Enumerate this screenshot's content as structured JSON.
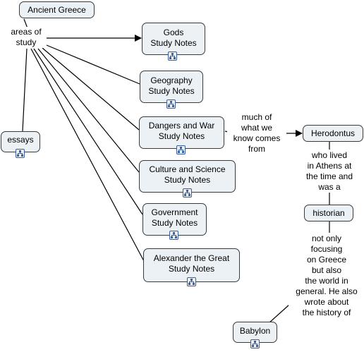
{
  "concepts": {
    "ancient_greece": "Ancient Greece",
    "gods": "Gods\nStudy Notes",
    "geography": "Geography\nStudy Notes",
    "dangers": "Dangers and War\nStudy Notes",
    "culture": "Culture and Science\nStudy Notes",
    "government": "Government\nStudy Notes",
    "alexander": "Alexander the Great\nStudy Notes",
    "essays": "essays",
    "herodontus": "Herodontus",
    "historian": "historian",
    "babylon": "Babylon"
  },
  "linking_phrases": {
    "areas_of_study": "areas of\nstudy",
    "much_of": "much of\nwhat we\nknow comes\nfrom",
    "who_lived": "who lived\nin Athens at\nthe time and\nwas a",
    "not_only": "not only\nfocusing\non Greece\nbut also\nthe world in\ngeneral. He also\nwrote about\nthe history of"
  },
  "icons": {
    "resource": "hierarchy-resource-icon"
  },
  "colors": {
    "node_fill": "#ecf1f5",
    "node_border": "#3a3a3a",
    "link": "#000000",
    "icon": "#3b5f9a"
  }
}
